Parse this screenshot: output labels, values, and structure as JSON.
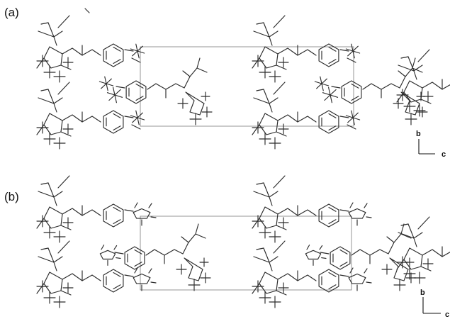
{
  "figure": {
    "panels": [
      {
        "id": "a",
        "label": "(a)",
        "axes": {
          "vertical": "b",
          "horizontal": "c"
        }
      },
      {
        "id": "b",
        "label": "(b)",
        "axes": {
          "vertical": "b",
          "horizontal": "c"
        }
      }
    ]
  }
}
